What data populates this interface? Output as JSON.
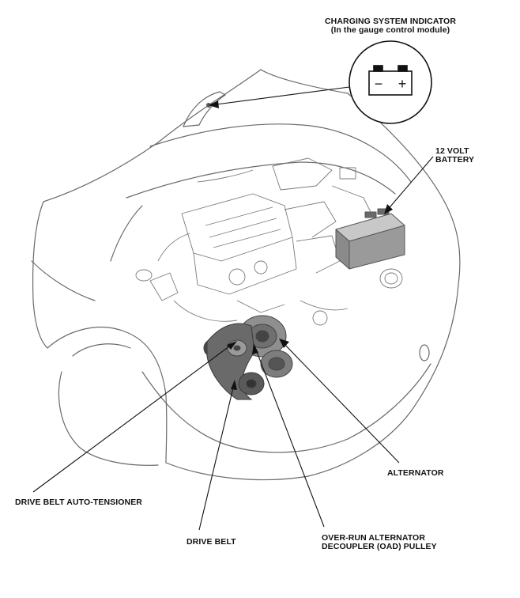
{
  "labels": {
    "charging_indicator": [
      "CHARGING SYSTEM INDICATOR",
      "(In the gauge control module)"
    ],
    "battery": [
      "12 VOLT",
      "BATTERY"
    ],
    "alternator": "ALTERNATOR",
    "auto_tensioner": "DRIVE BELT AUTO-TENSIONER",
    "drive_belt": "DRIVE BELT",
    "oad_pulley": [
      "OVER-RUN ALTERNATOR",
      "DECOUPLER (OAD) PULLEY"
    ]
  },
  "indicator_symbols": {
    "minus": "−",
    "plus": "+"
  },
  "colors": {
    "line": "#5a5a5a",
    "detail": "#7a7a7a",
    "component": "#555555",
    "battery_fill": "#9a9a9a",
    "text": "#111111"
  }
}
